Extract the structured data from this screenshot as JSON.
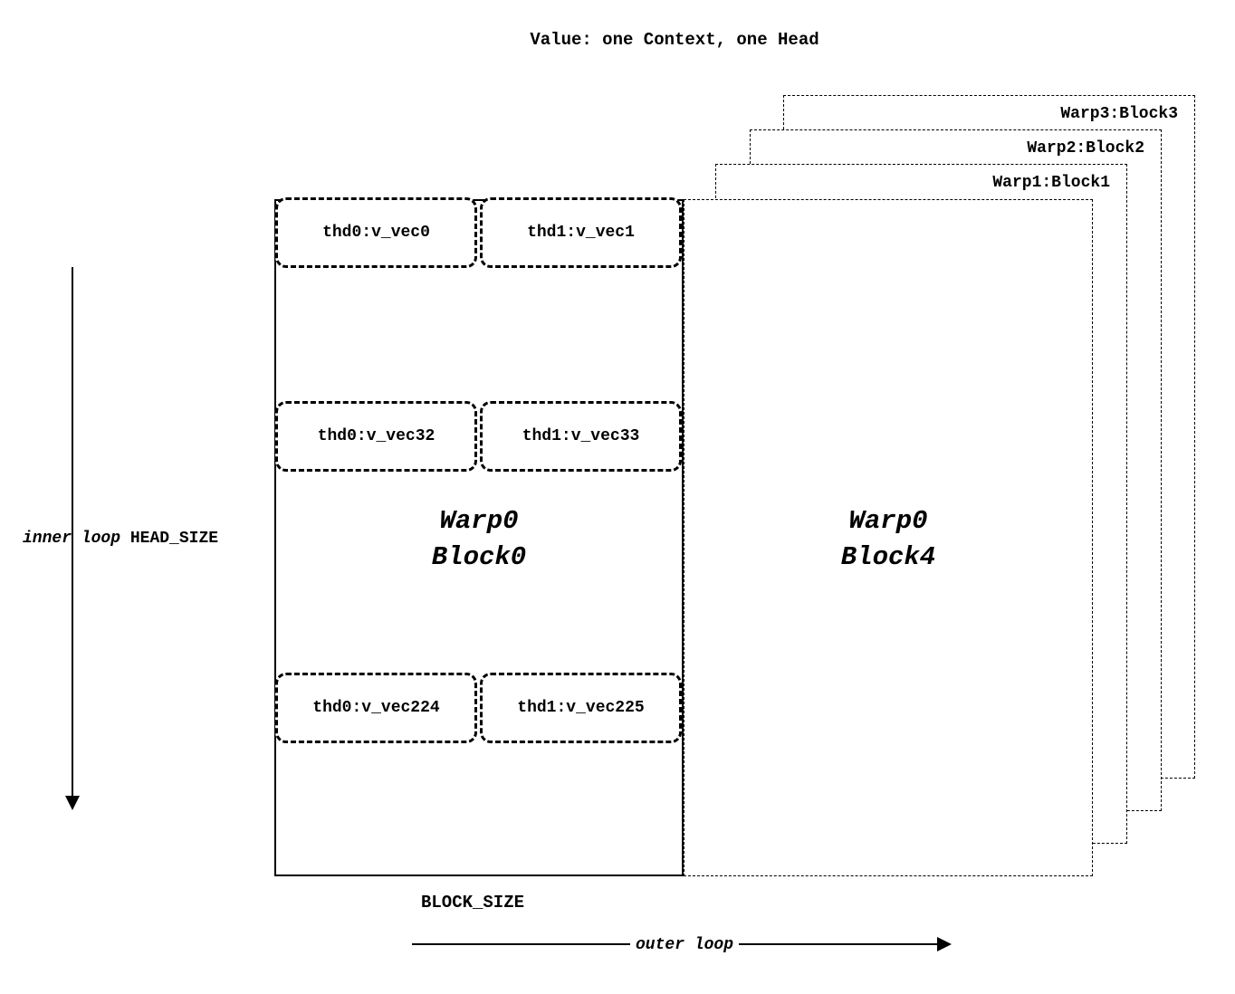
{
  "title": "Value: one Context, one Head",
  "back_blocks": [
    {
      "label": "Warp3:Block3"
    },
    {
      "label": "Warp2:Block2"
    },
    {
      "label": "Warp1:Block1"
    }
  ],
  "front_block": {
    "line1": "Warp0",
    "line2": "Block4"
  },
  "main_block": {
    "line1": "Warp0",
    "line2": "Block0"
  },
  "thread_rows": [
    {
      "cells": [
        "thd0:v_vec0",
        "thd1:v_vec1"
      ]
    },
    {
      "cells": [
        "thd0:v_vec32",
        "thd1:v_vec33"
      ]
    },
    {
      "cells": [
        "thd0:v_vec224",
        "thd1:v_vec225"
      ]
    }
  ],
  "axes": {
    "inner_loop": "inner loop",
    "inner_loop_size": "HEAD_SIZE",
    "block_size": "BLOCK_SIZE",
    "outer_loop": "outer loop"
  }
}
